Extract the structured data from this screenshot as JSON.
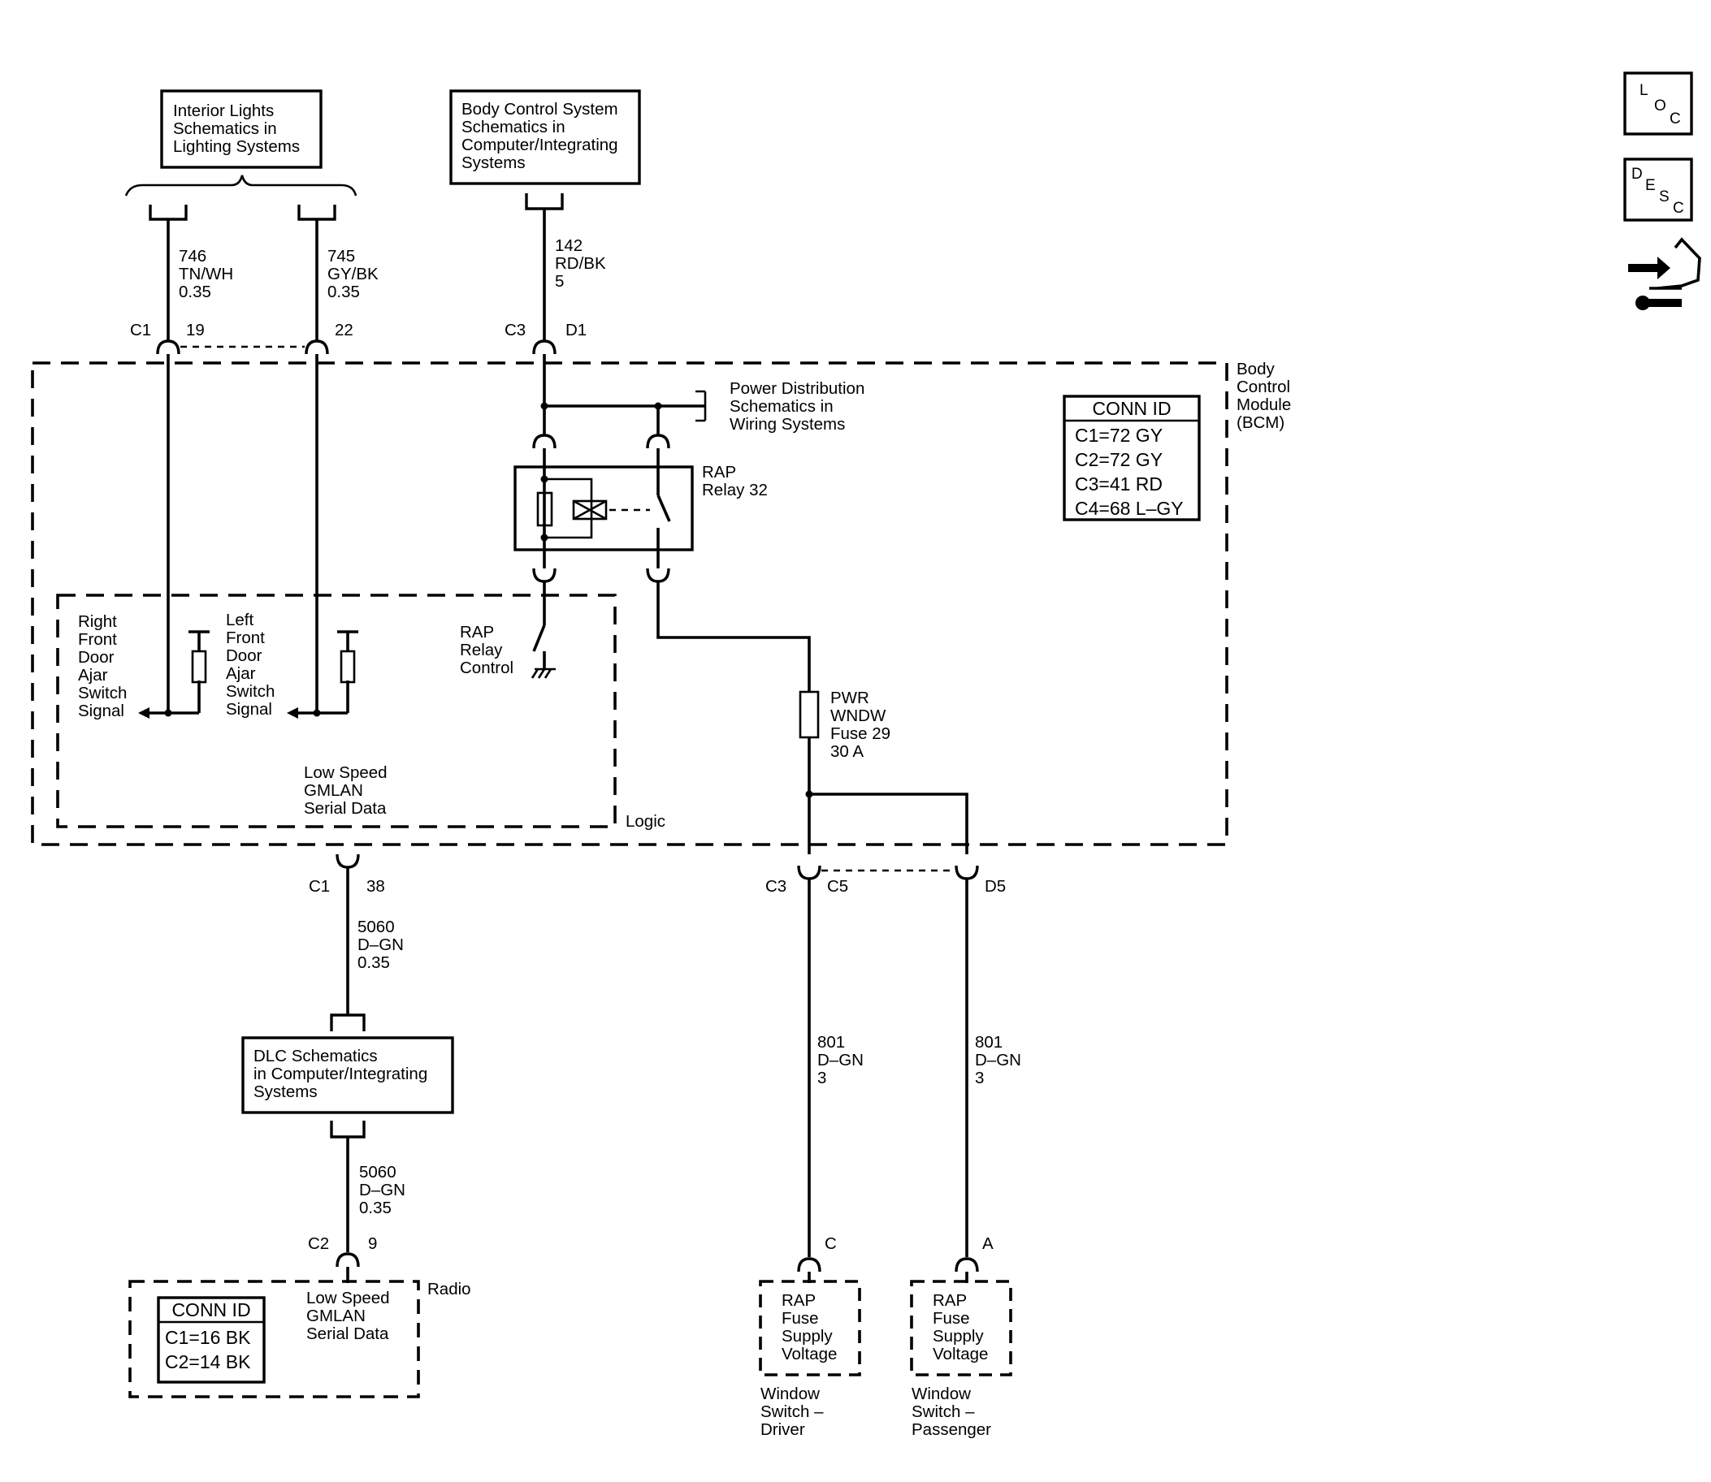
{
  "references": {
    "interior_lights": [
      "Interior Lights",
      "Schematics in",
      "Lighting Systems"
    ],
    "body_control": [
      "Body Control System",
      "Schematics in",
      "Computer/Integrating",
      "Systems"
    ],
    "power_distribution": [
      "Power Distribution",
      "Schematics in",
      "Wiring Systems"
    ],
    "dlc": [
      "DLC Schematics",
      "in Computer/Integrating",
      "Systems"
    ]
  },
  "bcm": {
    "name": [
      "Body",
      "Control",
      "Module",
      "(BCM)"
    ],
    "conn_id": {
      "title": "CONN ID",
      "rows": [
        "C1=72 GY",
        "C2=72 GY",
        "C3=41 RD",
        "C4=68 L–GY"
      ]
    },
    "logic_label": "Logic",
    "gmlan_label": [
      "Low Speed",
      "GMLAN",
      "Serial Data"
    ],
    "rf_door_signal": [
      "Right",
      "Front",
      "Door",
      "Ajar",
      "Switch",
      "Signal"
    ],
    "lf_door_signal": [
      "Left",
      "Front",
      "Door",
      "Ajar",
      "Switch",
      "Signal"
    ],
    "rap_relay_control": [
      "RAP",
      "Relay",
      "Control"
    ],
    "rap_relay": [
      "RAP",
      "Relay 32"
    ],
    "fuse": [
      "PWR",
      "WNDW",
      "Fuse 29",
      "30 A"
    ]
  },
  "wires": {
    "w746": [
      "746",
      "TN/WH",
      "0.35"
    ],
    "w745": [
      "745",
      "GY/BK",
      "0.35"
    ],
    "w142": [
      "142",
      "RD/BK",
      "5"
    ],
    "w5060_top": [
      "5060",
      "D–GN",
      "0.35"
    ],
    "w5060_bottom": [
      "5060",
      "D–GN",
      "0.35"
    ],
    "w801_driver": [
      "801",
      "D–GN",
      "3"
    ],
    "w801_passenger": [
      "801",
      "D–GN",
      "3"
    ]
  },
  "pins": {
    "c1": "C1",
    "p19": "19",
    "p22": "22",
    "c3_top": "C3",
    "d1": "D1",
    "c1_bottom": "C1",
    "p38": "38",
    "c3_bottom": "C3",
    "c5": "C5",
    "d5": "D5",
    "c2_radio": "C2",
    "p9": "9",
    "pin_c": "C",
    "pin_a": "A"
  },
  "radio": {
    "name": "Radio",
    "conn_id": {
      "title": "CONN ID",
      "rows": [
        "C1=16 BK",
        "C2=14 BK"
      ]
    },
    "gmlan_label": [
      "Low Speed",
      "GMLAN",
      "Serial Data"
    ]
  },
  "window_switches": {
    "driver": {
      "inner": [
        "RAP",
        "Fuse",
        "Supply",
        "Voltage"
      ],
      "name": [
        "Window",
        "Switch –",
        "Driver"
      ]
    },
    "passenger": {
      "inner": [
        "RAP",
        "Fuse",
        "Supply",
        "Voltage"
      ],
      "name": [
        "Window",
        "Switch –",
        "Passenger"
      ]
    }
  },
  "nav": {
    "loc": [
      "L",
      "O",
      "C"
    ],
    "desc": [
      "D",
      "E",
      "S",
      "C"
    ],
    "icons": [
      "loc-icon",
      "desc-icon",
      "connector-icon"
    ]
  }
}
